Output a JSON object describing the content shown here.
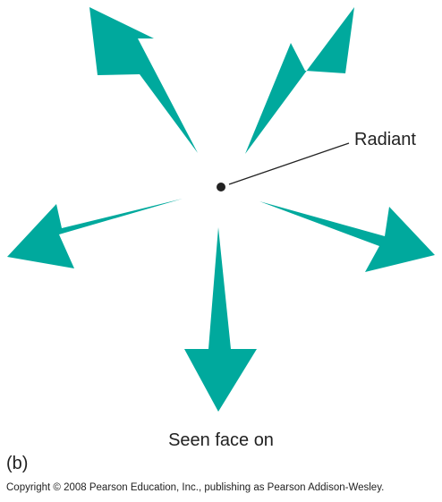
{
  "figure": {
    "radiant_label": "Radiant",
    "caption": "Seen face on",
    "panel_label": "(b)",
    "copyright": "Copyright © 2008 Pearson Education, Inc., publishing as Pearson Addison-Wesley."
  },
  "colors": {
    "arrow": "#00a99d",
    "dot": "#222222",
    "leader_line": "#222222",
    "text": "#222222",
    "background": "#ffffff"
  },
  "arrows": [
    {
      "id": "upper-left-arrow"
    },
    {
      "id": "upper-right-arrow"
    },
    {
      "id": "left-arrow"
    },
    {
      "id": "right-arrow"
    },
    {
      "id": "down-arrow"
    }
  ]
}
